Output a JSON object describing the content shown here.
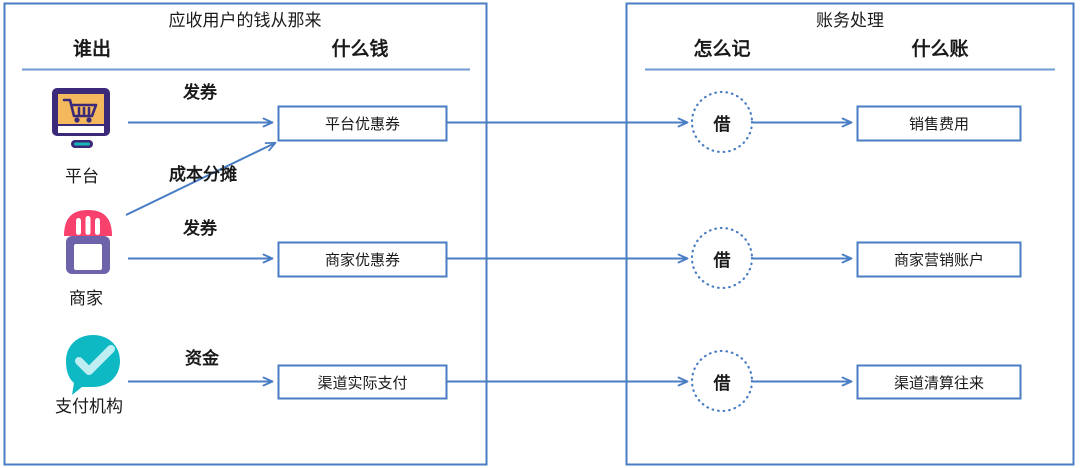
{
  "diagram": {
    "colors": {
      "stroke_blue": "#4a7ec4",
      "panel_border": "#4a7ec4",
      "text": "#1a1a1a",
      "monitor_purple": "#3b2a7a",
      "monitor_screen_orange": "#f5b95d",
      "monitor_stand_teal": "#16b8b8",
      "shop_awning_pink": "#f8416c",
      "shop_body_purple": "#6d63ab",
      "pay_teal": "#0fb9c4"
    },
    "panels": [
      {
        "id": "left-panel",
        "title": "应收用户的钱从那来",
        "columns": [
          "谁出",
          "什么钱"
        ]
      },
      {
        "id": "right-panel",
        "title": "账务处理",
        "columns": [
          "怎么记",
          "什么账"
        ]
      }
    ],
    "rows": [
      {
        "source_icon": "monitor-cart-icon",
        "source_label": "平台",
        "source_edge_label": "发券",
        "money_box": "平台优惠券",
        "entry_circle": "借",
        "account_box": "销售费用"
      },
      {
        "source_icon": "storefront-icon",
        "source_label": "商家",
        "source_edge_label": "发券",
        "money_box": "商家优惠券",
        "entry_circle": "借",
        "account_box": "商家营销账户"
      },
      {
        "source_icon": "payment-check-bubble-icon",
        "source_label": "支付机构",
        "source_edge_label": "资金",
        "money_box": "渠道实际支付",
        "entry_circle": "借",
        "account_box": "渠道清算往来"
      }
    ],
    "cross_edge": {
      "label": "成本分摊",
      "from": "商家",
      "to": "平台优惠券"
    }
  }
}
